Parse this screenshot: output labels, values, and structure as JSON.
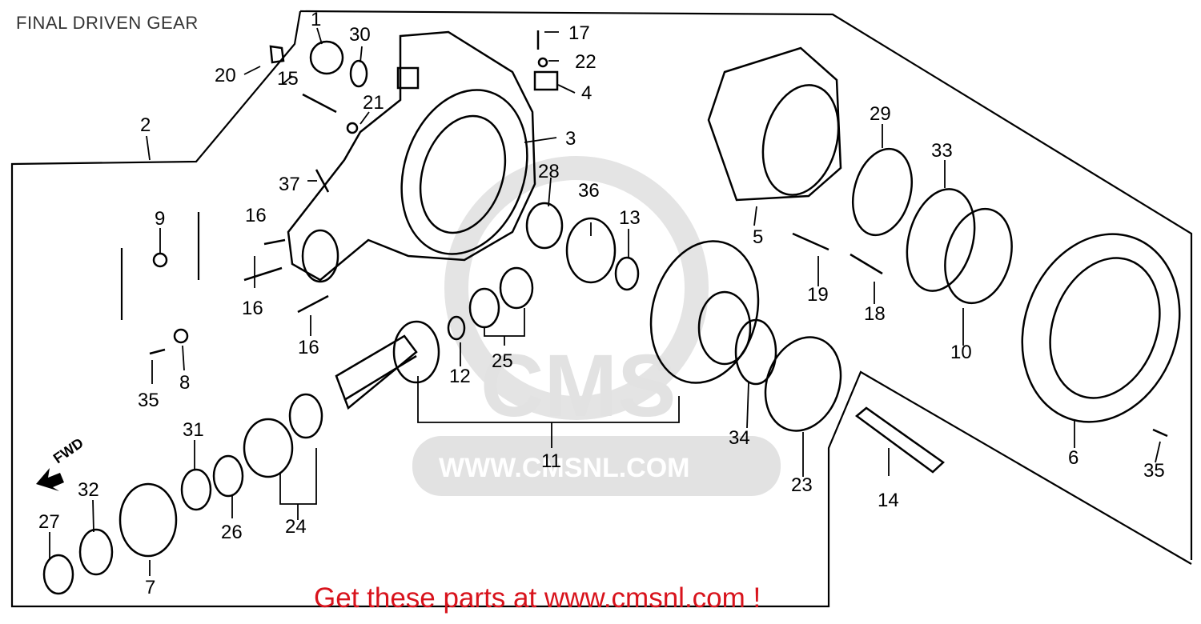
{
  "header": {
    "title": "FINAL DRIVEN GEAR"
  },
  "footer": {
    "promo": "Get these parts at www.cmsnl.com !"
  },
  "watermark": {
    "logo": "CMS",
    "url": "WWW.CMSNL.COM"
  },
  "fwd_label": "FWD",
  "callouts": [
    "1",
    "2",
    "3",
    "4",
    "5",
    "6",
    "7",
    "8",
    "9",
    "10",
    "11",
    "12",
    "13",
    "14",
    "15",
    "16",
    "16",
    "16",
    "17",
    "18",
    "19",
    "20",
    "21",
    "22",
    "23",
    "24",
    "25",
    "26",
    "27",
    "28",
    "29",
    "30",
    "31",
    "32",
    "33",
    "34",
    "35",
    "35",
    "36",
    "37"
  ],
  "colors": {
    "promo": "#d8131c",
    "title": "#333333",
    "watermark": "#e2e2e2"
  }
}
